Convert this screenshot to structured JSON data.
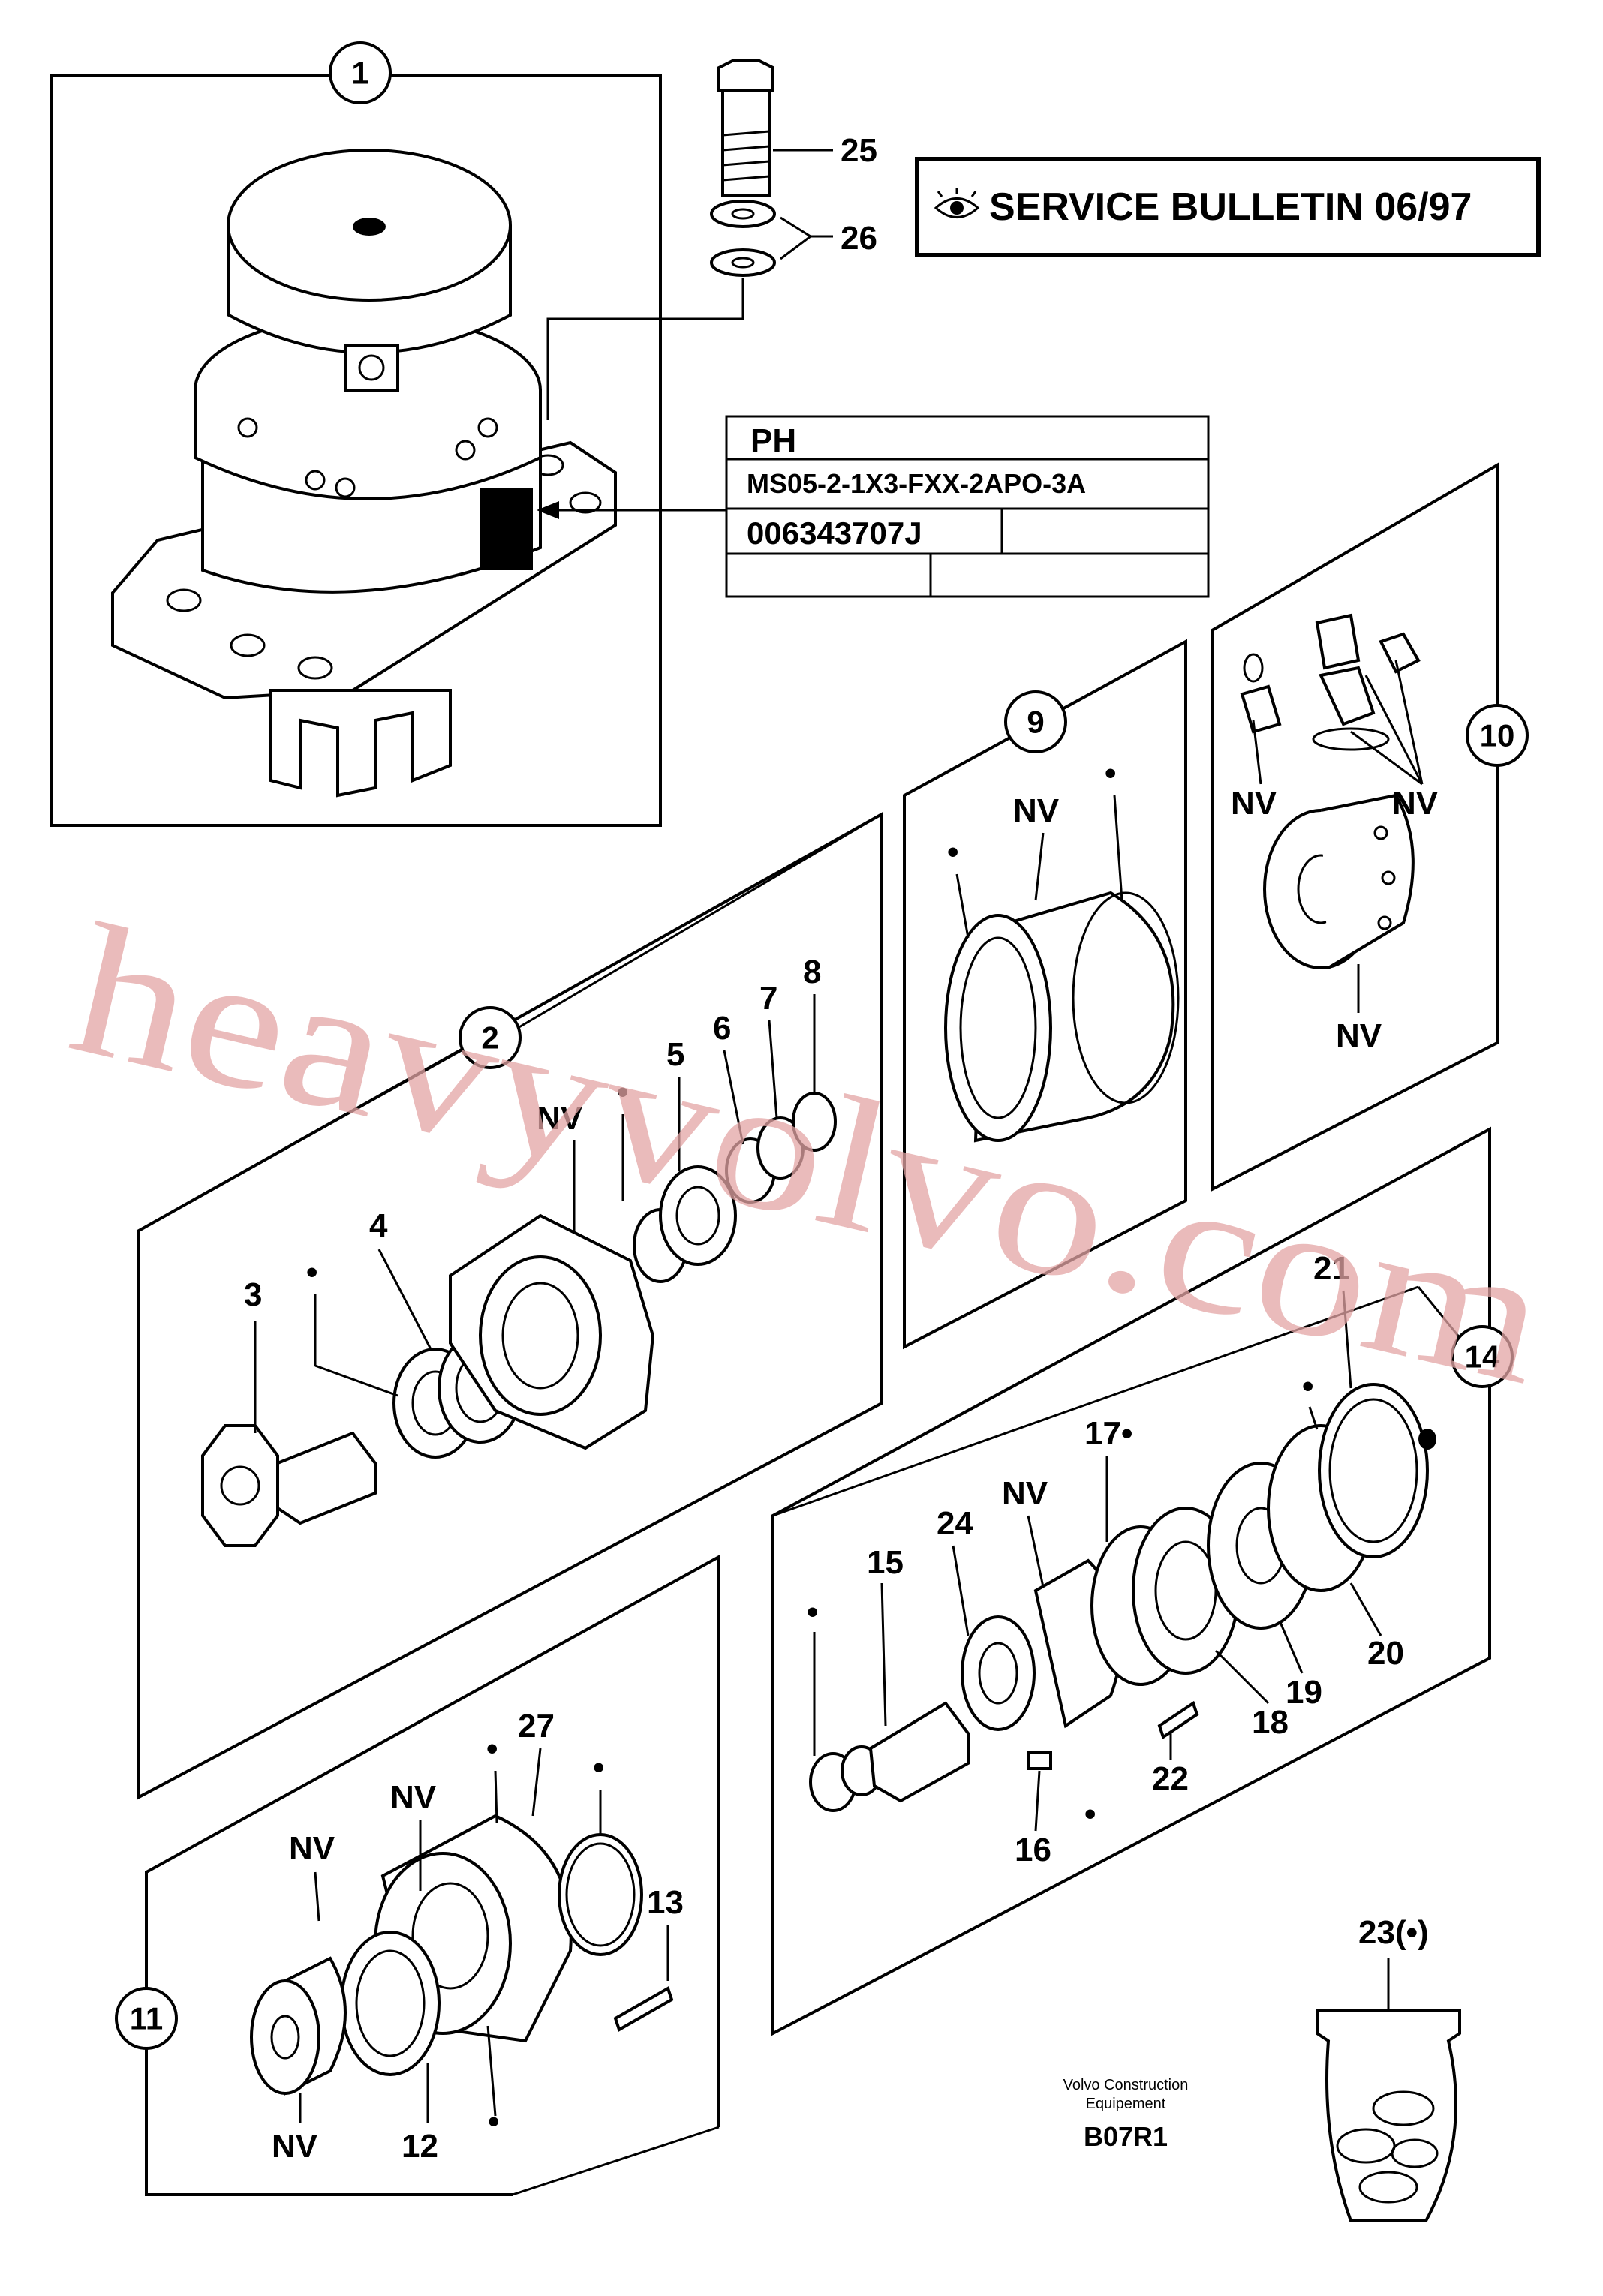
{
  "service_bulletin": "SERVICE BULLETIN 06/97",
  "info_table": {
    "row1": "PH",
    "row2": "MS05-2-1X3-FXX-2APO-3A",
    "row3": "006343707J"
  },
  "callouts": [
    "1",
    "2",
    "9",
    "10",
    "11",
    "14"
  ],
  "part_numbers": {
    "p3": "3",
    "p4": "4",
    "p5": "5",
    "p6": "6",
    "p7": "7",
    "p8": "8",
    "p12": "12",
    "p13": "13",
    "p15": "15",
    "p16": "16",
    "p17": "17•",
    "p18": "18",
    "p19": "19",
    "p20": "20",
    "p21": "21",
    "p22": "22",
    "p23": "23(•)",
    "p24": "24",
    "p25": "25",
    "p26": "26",
    "p27": "27"
  },
  "nv_label": "NV",
  "dot_label": "•",
  "footer": {
    "company_line1": "Volvo Construction",
    "company_line2": "Equipement",
    "code": "B07R1"
  },
  "watermark": "heavyvolvo.com"
}
